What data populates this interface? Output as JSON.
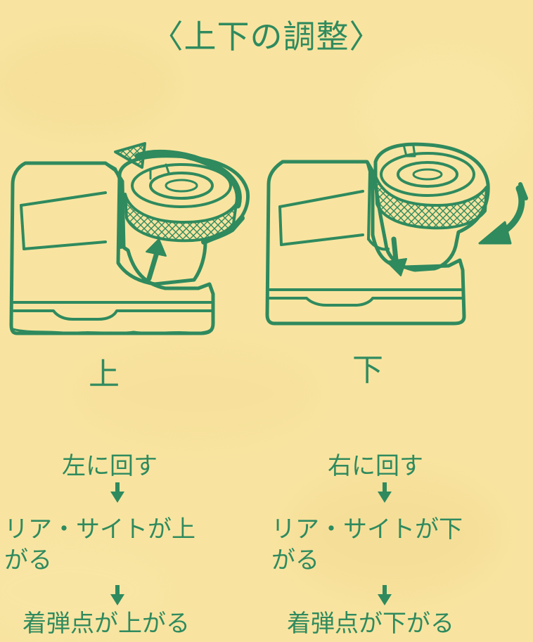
{
  "title": "〈上下の調整〉",
  "labels": {
    "left_panel": "上",
    "right_panel": "下"
  },
  "left_steps": {
    "step1": "左に回す",
    "step2_line1": "リア・サイトが上",
    "step2_line2": "がる",
    "step3": "着弾点が上がる"
  },
  "right_steps": {
    "step1": "右に回す",
    "step2_line1": "リア・サイトが下",
    "step2_line2": "がる",
    "step3": "着弾点が下がる"
  },
  "colors": {
    "background": "#f8e4a0",
    "ink": "#2f8a5e"
  }
}
